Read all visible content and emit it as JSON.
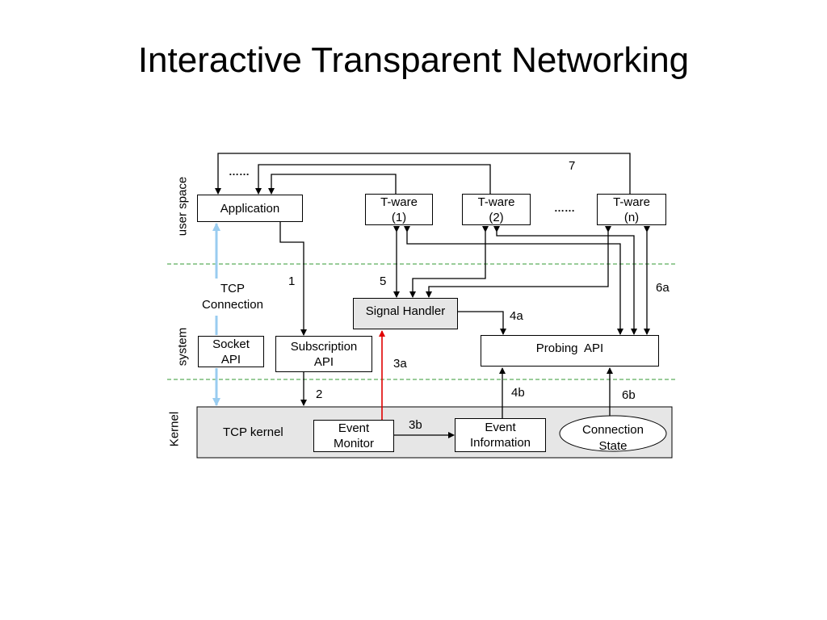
{
  "title": "Interactive Transparent Networking",
  "layers": {
    "user_space": "user space",
    "system": "system",
    "kernel": "Kernel"
  },
  "boxes": {
    "application": "Application",
    "tware1_line1": "T-ware",
    "tware1_line2": "(1)",
    "tware2_line1": "T-ware",
    "tware2_line2": "(2)",
    "twaren_line1": "T-ware",
    "twaren_line2": "(n)",
    "signal_handler": "Signal Handler",
    "socket_api_line1": "Socket",
    "socket_api_line2": "API",
    "subscription_api_line1": "Subscription",
    "subscription_api_line2": "API",
    "probing_api": "Probing  API",
    "tcp_kernel": "TCP kernel",
    "event_monitor_line1": "Event",
    "event_monitor_line2": "Monitor",
    "event_information_line1": "Event",
    "event_information_line2": "Information",
    "connection_state_line1": "Connection",
    "connection_state_line2": "State"
  },
  "labels": {
    "tcp_connection_line1": "TCP",
    "tcp_connection_line2": "Connection",
    "ellipsis_top": "……",
    "ellipsis_mid": "……",
    "step_1": "1",
    "step_2": "2",
    "step_3a": "3a",
    "step_3b": "3b",
    "step_4a": "4a",
    "step_4b": "4b",
    "step_5": "5",
    "step_6a": "6a",
    "step_6b": "6b",
    "step_7": "7"
  },
  "colors": {
    "arrow": "#000000",
    "signal_arrow": "#e00000",
    "tcp_connection_arrow": "#99ccf0",
    "separator": "#339933",
    "shaded_fill": "#e6e6e6"
  }
}
